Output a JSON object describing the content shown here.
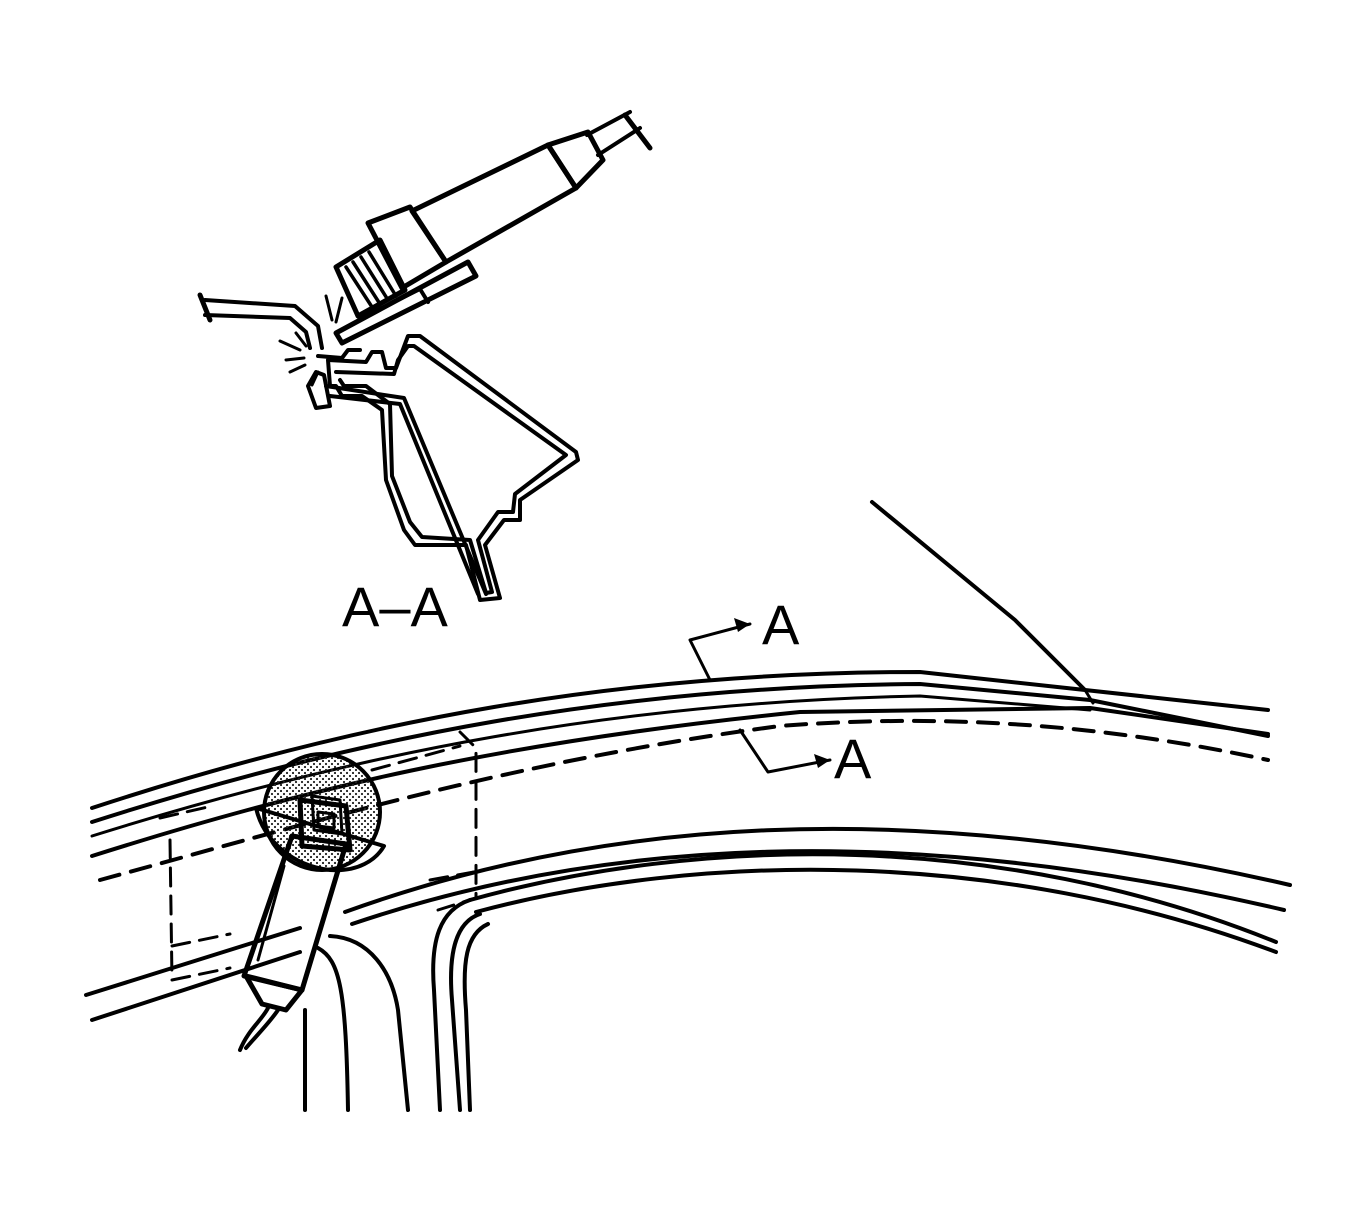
{
  "labels": {
    "section_title": "A–A",
    "section_marker_top": "A",
    "section_marker_bottom": "A"
  },
  "colors": {
    "line": "#000000",
    "background": "#ffffff",
    "stipple": "#9a9a9a"
  },
  "icons": {
    "upper_tool": "spot-weld-drill-icon",
    "lower_tool": "angle-grinder-icon",
    "probe": "spark-probe-icon"
  }
}
